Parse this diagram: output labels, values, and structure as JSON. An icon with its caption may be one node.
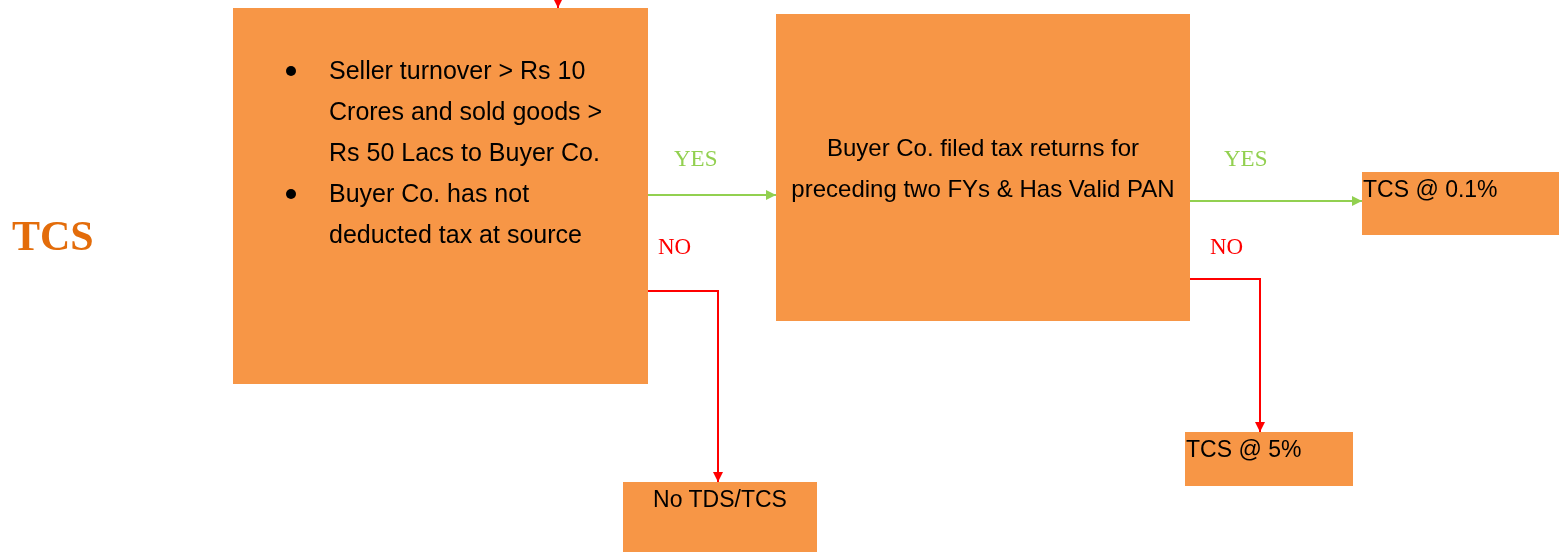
{
  "diagram": {
    "nodes": [
      {
        "text": [
          "Seller turnover > Rs 10 Crores and sold goods > Rs 50 Lacs to Buyer Co.",
          "Buyer Co. has not deducted tax at source"
        ]
      },
      {
        "text": [
          "Buyer Co. filed tax returns for preceding two FYs & Has Valid PAN"
        ]
      },
      {
        "text": [
          "TCS @ 0.1%"
        ]
      },
      {
        "text": [
          "TCS @ 5%"
        ]
      },
      {
        "text": [
          "No TDS/TCS"
        ]
      }
    ],
    "edges": [
      {
        "from": null,
        "to": 0,
        "arrow": "to",
        "color": "#ff0000"
      },
      {
        "from": 0,
        "to": 1,
        "arrow": "to",
        "label": "YES",
        "color": "#92d050"
      },
      {
        "from": 0,
        "to": 4,
        "arrow": "to",
        "label": "NO",
        "color": "#ff0000"
      },
      {
        "from": 1,
        "to": 2,
        "arrow": "to",
        "label": "YES",
        "color": "#92d050"
      },
      {
        "from": 1,
        "to": 3,
        "arrow": "to",
        "label": "NO",
        "color": "#ff0000"
      }
    ],
    "labels": [
      "TCS"
    ]
  }
}
